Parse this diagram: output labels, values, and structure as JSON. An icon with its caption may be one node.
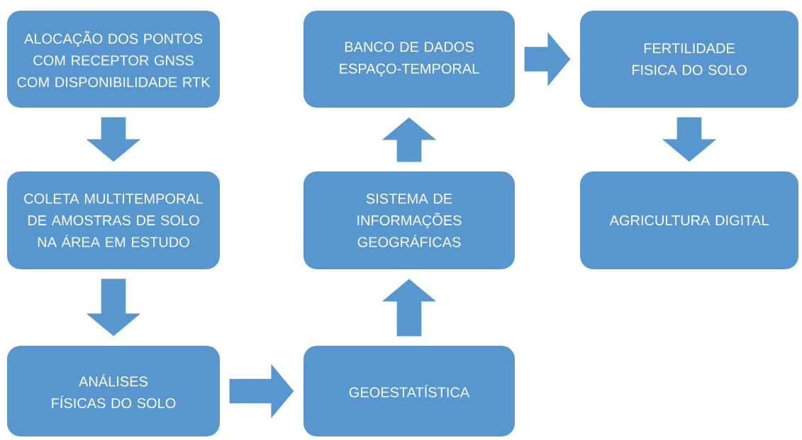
{
  "diagram": {
    "nodes": [
      {
        "text": [
          "ALOCAÇÃO DOS PONTOS COM RECEPTOR GNSS COM DISPONIBILIDADE RTK"
        ]
      },
      {
        "text": [
          "COLETA MULTITEMPORAL DE AMOSTRAS DE SOLO NA ÁREA EM ESTUDO"
        ]
      },
      {
        "text": [
          "ANÁLISES FÍSICAS DO SOLO"
        ]
      },
      {
        "text": [
          "GEOESTATÍSTICA"
        ]
      },
      {
        "text": [
          "SISTEMA DE INFORMAÇÕES GEOGRÁFICAS"
        ]
      },
      {
        "text": [
          "BANCO DE DADOS ESPAÇO-TEMPORAL"
        ]
      },
      {
        "text": [
          "FERTILIDADE FISICA DO SOLO"
        ]
      },
      {
        "text": [
          "AGRICULTURA DIGITAL"
        ]
      }
    ],
    "edges": [
      {
        "from": 0,
        "to": 1,
        "arrow": "to"
      },
      {
        "from": 1,
        "to": 2,
        "arrow": "to"
      },
      {
        "from": 2,
        "to": 3,
        "arrow": "to"
      },
      {
        "from": 3,
        "to": 4,
        "arrow": "to"
      },
      {
        "from": 4,
        "to": 5,
        "arrow": "to"
      },
      {
        "from": 5,
        "to": 6,
        "arrow": "to"
      },
      {
        "from": 6,
        "to": 7,
        "arrow": "to"
      }
    ]
  }
}
